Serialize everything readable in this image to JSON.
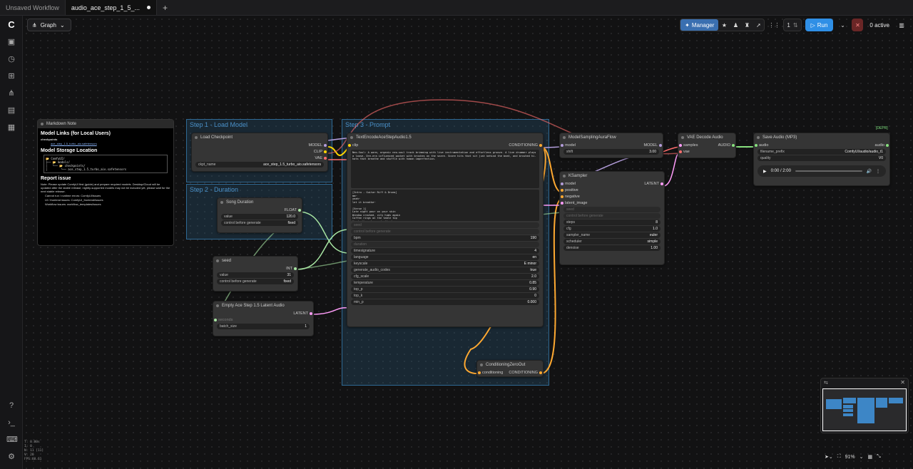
{
  "tabs": [
    {
      "label": "Unsaved Workflow",
      "active": false
    },
    {
      "label": "audio_ace_step_1_5_...",
      "active": true
    }
  ],
  "graph_label": "Graph",
  "toolbar": {
    "manager": "Manager",
    "queue_count": "1",
    "run": "Run",
    "active": "0 active"
  },
  "groups": {
    "load_model": "Step 1 - Load Model",
    "duration": "Step 2 - Duration",
    "prompt": "Step 3 - Prompt"
  },
  "markdown": {
    "title": "Markdown Note",
    "h_links": "Model Links (for Local Users)",
    "checkpoints_label": "checkpoints",
    "checkpoint_link": "ace_step_1.5_turbo_aio.safetensors",
    "h_storage": "Model Storage Location",
    "tree": "📂 ComfyUI/\n├── 📂 models/\n│   └── 📂 checkpoints/\n│        └── ace_step_1.5_turbo_aio.safetensors",
    "h_report": "Report issue",
    "note": "Note: Please update ComfyUI first (guide) and prepare required models. Desktop/Cloud will be updated after the stable release; nightly-supported models may not be included yet, please wait for the next stable release.",
    "b1": "Cannot run / runtime errors: ComfyUI/issues",
    "b2": "UI / frontend issues: ComfyUI_frontend/issues",
    "b3": "Workflow issues: workflow_templates/issues"
  },
  "load_checkpoint": {
    "title": "Load Checkpoint",
    "out_model": "MODEL",
    "out_clip": "CLIP",
    "out_vae": "VAE",
    "ckpt_label": "ckpt_name",
    "ckpt_value": "ace_step_1.5_turbo_aio.safetensors"
  },
  "song_duration": {
    "title": "Song Duration",
    "out": "FLOAT",
    "value_label": "value",
    "value": "120.0",
    "cag_label": "control before generate",
    "cag_value": "fixed"
  },
  "seed": {
    "title": "seed",
    "out": "INT",
    "value_label": "value",
    "value": "31",
    "cag_label": "control before generate",
    "cag_value": "fixed"
  },
  "empty_latent": {
    "title": "Empty Ace Step 1.5 Latent Audio",
    "out": "LATENT",
    "seconds_label": "seconds",
    "batch_label": "batch_size",
    "batch_value": "1"
  },
  "text_encode": {
    "title": "TextEncodeAceStepAudio1.5",
    "in_clip": "clip",
    "out": "CONDITIONING",
    "tags": "Neo-Soul: A warm, organic neo-soul track brimming with live instrumentation and effortless groove. A live drummer plays a loose, Dre-era influenced pocket with brushes on the snare. Snare hits that sit just behind the beat, and brushed hi-hats that breathe and shuffle with human imperfection.",
    "lyrics": "[Intro - Guitar Riff & Drums]\nmm~\nyeah~\nlet it breathe~\n\n[Verse 1]\nLate night pour on your skin\nWindow cracked, city hums again\nCoffee rings on the table top\nWe don't rush, we don't stop",
    "seed_label": "seed",
    "cag_label": "control before generate",
    "bpm_label": "bpm",
    "bpm_value": "190",
    "duration_label": "duration",
    "timesig_label": "timesignature",
    "timesig_value": "4",
    "lang_label": "language",
    "lang_value": "en",
    "key_label": "keyscale",
    "key_value": "E minor",
    "gac_label": "generate_audio_codes",
    "gac_value": "true",
    "cfg_label": "cfg_scale",
    "cfg_value": "2.0",
    "temp_label": "temperature",
    "temp_value": "0.85",
    "topp_label": "top_p",
    "topp_value": "0.90",
    "topk_label": "top_k",
    "topk_value": "0",
    "minp_label": "min_p",
    "minp_value": "0.000"
  },
  "cond_zero": {
    "title": "ConditioningZeroOut",
    "in": "conditioning",
    "out": "CONDITIONING"
  },
  "model_sampling": {
    "title": "ModelSamplingAuraFlow",
    "in": "model",
    "out": "MODEL",
    "shift_label": "shift",
    "shift_value": "3.00"
  },
  "ksampler": {
    "title": "KSampler",
    "out": "LATENT",
    "in_model": "model",
    "in_pos": "positive",
    "in_neg": "negative",
    "in_lat": "latent_image",
    "seed_label": "seed",
    "cag_label": "control before generate",
    "steps_label": "steps",
    "steps_value": "8",
    "cfg_label": "cfg",
    "cfg_value": "1.0",
    "sampler_label": "sampler_name",
    "sampler_value": "euler",
    "scheduler_label": "scheduler",
    "scheduler_value": "simple",
    "denoise_label": "denoise",
    "denoise_value": "1.00"
  },
  "vae_decode": {
    "title": "VAE Decode Audio",
    "in_samples": "samples",
    "in_vae": "vae",
    "out": "AUDIO"
  },
  "save_audio": {
    "title": "Save Audio (MP3)",
    "badge": "[DEPR]",
    "in": "audio",
    "out": "audio",
    "prefix_label": "filename_prefix",
    "prefix_value": "ComfyUI/audio/audio_t1",
    "quality_label": "quality",
    "quality_value": "V0",
    "time": "0:00 / 2:00"
  },
  "zoom": "91%",
  "stats": "T: 0.00s\nI: 0\nN: 11 [11]\nV: 26\nFPS:60.61",
  "colors": {
    "model": "#b39ddb",
    "clip": "#ffd500",
    "vae": "#ff6e6e",
    "conditioning": "#ffa931",
    "latent": "#ff9cf9",
    "int": "#a8e6a3",
    "audio": "#87e07e",
    "group": "#2f6a95"
  }
}
